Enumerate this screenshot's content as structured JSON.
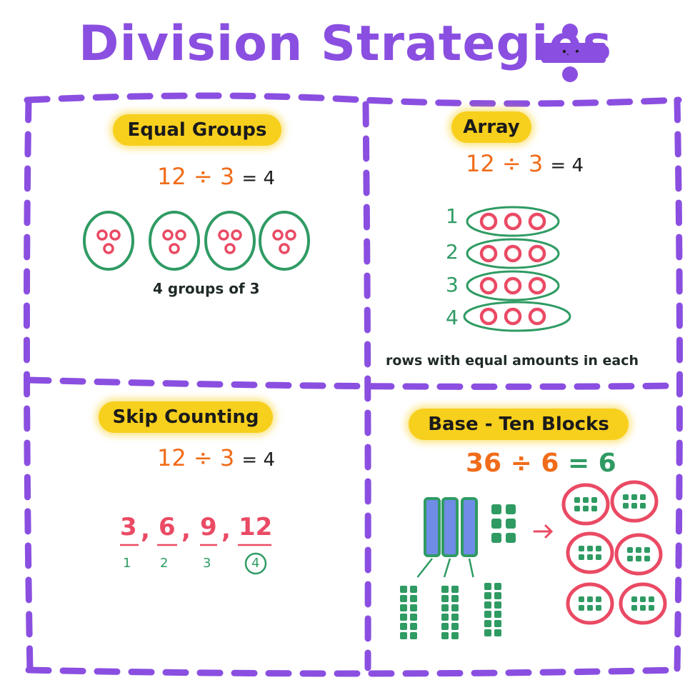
{
  "title": "Division Strategies",
  "colors": {
    "purple": "#8a4fe0",
    "yellow": "#f7cf1d",
    "orange": "#f06c1a",
    "green": "#2f9b63",
    "red": "#ea4a64",
    "blue": "#6f8ce6",
    "ink": "#1b1b1b"
  },
  "icons": [
    "division-symbol-icon"
  ],
  "panels": {
    "equal_groups": {
      "heading": "Equal Groups",
      "dividend": "12",
      "op": "÷",
      "divisor": "3",
      "result": "= 4",
      "caption": "4 groups of 3"
    },
    "array": {
      "heading": "Array",
      "dividend": "12",
      "op": "÷",
      "divisor": "3",
      "result": "= 4",
      "row_labels": [
        "1",
        "2",
        "3",
        "4"
      ],
      "caption": "rows with equal amounts in each"
    },
    "skip_counting": {
      "heading": "Skip Counting",
      "dividend": "12",
      "op": "÷",
      "divisor": "3",
      "result": "= 4",
      "sequence": [
        "3",
        "6",
        "9",
        "12"
      ],
      "separator": ",",
      "step_labels": [
        "1",
        "2",
        "3",
        "4"
      ]
    },
    "base_ten": {
      "heading": "Base - Ten Blocks",
      "dividend": "36",
      "op": "÷",
      "divisor": "6",
      "result": "= 6"
    }
  }
}
